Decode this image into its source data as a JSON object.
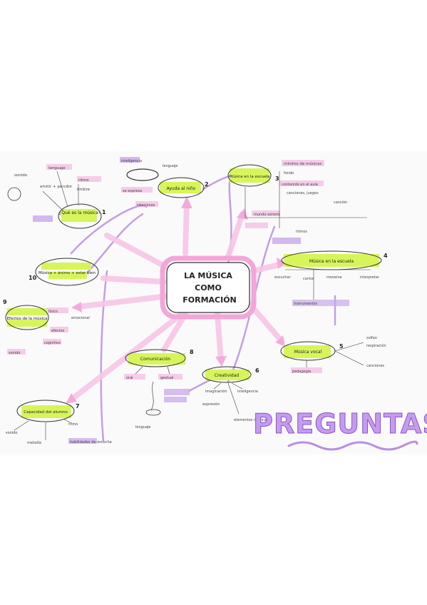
{
  "colors": {
    "paper": "#fbfafb",
    "pink": "#f3a6d8",
    "pink_light": "#f7c6e6",
    "lime": "#d7f55a",
    "purple": "#b98fe0",
    "purple_dark": "#8d4fd0",
    "ink": "#333333"
  },
  "center": {
    "line1": "LA MÚSICA",
    "line2": "COMO",
    "line3": "FORMACIÓN"
  },
  "title": "PREGUNTAS",
  "nodes": {
    "q1": {
      "label": "¿Qué es la música?",
      "number": "1",
      "sub": [
        "lenguaje",
        "ritmo",
        "sonido",
        "timbre",
        "emitir + percibir"
      ]
    },
    "q2": {
      "label": "Ayuda al niño",
      "number": "2",
      "sub": [
        "inteligencia",
        "lenguaje",
        "se expresa",
        "relaciones"
      ]
    },
    "q3": {
      "label": "Música en la escuela",
      "number": "3",
      "sub": [
        "mínimo de músicas",
        "fondo",
        "contenido en el aula",
        "canciones, juegos",
        "mundo sonoro",
        "canción",
        "ritmos"
      ]
    },
    "q4": {
      "label": "Música en la escuela",
      "number": "4",
      "sub": [
        "escuchar",
        "cantar",
        "moverse",
        "interpretar",
        "instrumentos"
      ]
    },
    "q5": {
      "label": "Música vocal",
      "number": "5",
      "sub": [
        "solfeo",
        "respiración",
        "canciones",
        "pedagogía"
      ]
    },
    "q6": {
      "label": "Creatividad",
      "number": "6",
      "sub": [
        "imaginación",
        "inteligencia",
        "expresión",
        "elementos musicales"
      ]
    },
    "q7": {
      "label": "Capacidad del alumno",
      "number": "7",
      "sub": [
        "sonido",
        "ritmo",
        "melodía",
        "habilidades de escucha"
      ]
    },
    "q8": {
      "label": "Comunicación",
      "number": "8",
      "sub": [
        "oral",
        "gestual",
        "lenguaje"
      ]
    },
    "q9": {
      "label": "Efectos de la música",
      "number": "9",
      "sub": [
        "físico",
        "emocional",
        "efectos",
        "sonido",
        "cognitivo"
      ]
    },
    "q10": {
      "label": "Música + ánimo + estar bien",
      "number": "10",
      "sub": []
    }
  }
}
